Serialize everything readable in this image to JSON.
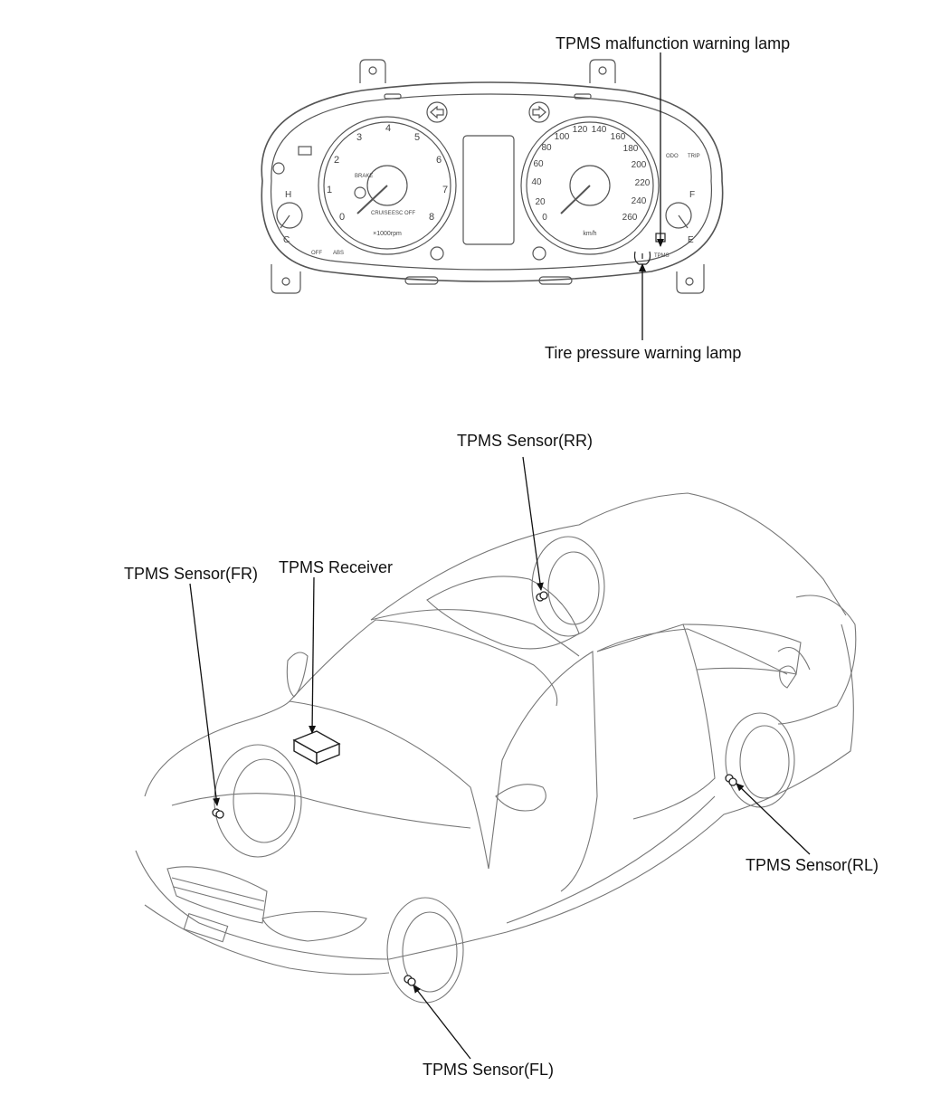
{
  "callouts": {
    "malfunction_lamp": "TPMS malfunction warning lamp",
    "pressure_lamp": "Tire pressure warning lamp",
    "sensor_rr": "TPMS Sensor(RR)",
    "sensor_fr": "TPMS Sensor(FR)",
    "receiver": "TPMS Receiver",
    "sensor_rl": "TPMS Sensor(RL)",
    "sensor_fl": "TPMS Sensor(FL)"
  },
  "cluster": {
    "tach_numbers": [
      "0",
      "1",
      "2",
      "3",
      "4",
      "5",
      "6",
      "7",
      "8"
    ],
    "tach_unit": "×1000rpm",
    "speed_numbers": [
      "0",
      "20",
      "40",
      "60",
      "80",
      "100",
      "120",
      "140",
      "160",
      "180",
      "200",
      "220",
      "240",
      "260"
    ],
    "speed_unit": "km/h",
    "temp_hot": "H",
    "temp_cold": "C",
    "fuel_full": "F",
    "fuel_empty": "E",
    "tpms_small_label": "TPMS",
    "odo_label": "ODO",
    "trip_label": "TRIP",
    "esc_off_label": "ESC OFF",
    "abs_label": "ABS",
    "brake_label": "BRAKE",
    "cruise_label": "CRUISE",
    "off_label": "OFF"
  }
}
